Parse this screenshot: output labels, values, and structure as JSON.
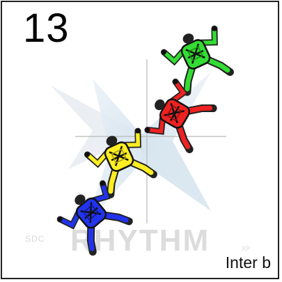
{
  "card": {
    "number": "13",
    "caption": "Inter b"
  },
  "watermark": {
    "small_text": "SDC",
    "brand_text": "RHYTHM",
    "suffix_text": "XP"
  },
  "jumpers": [
    {
      "name": "green",
      "color": "#33dd33",
      "dark": "#1a8a1a"
    },
    {
      "name": "red",
      "color": "#ee2222",
      "dark": "#8a1111"
    },
    {
      "name": "yellow",
      "color": "#ffee22",
      "dark": "#a89a10"
    },
    {
      "name": "blue",
      "color": "#2233ee",
      "dark": "#111a8a"
    }
  ]
}
